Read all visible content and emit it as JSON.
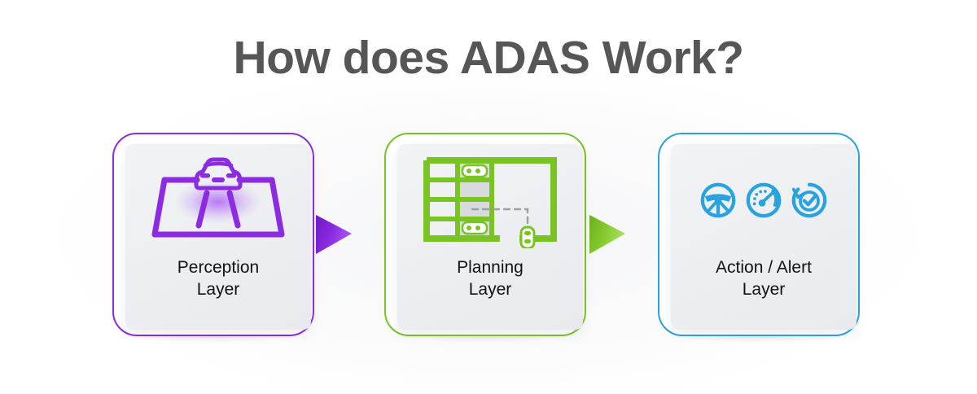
{
  "header": {
    "title": "How does ADAS Work?"
  },
  "colors": {
    "perception": "#8c2be2",
    "planning": "#79c422",
    "action": "#29a3e0",
    "title_text": "#565656",
    "card_label_text": "#121212",
    "panel_bg": "#eceef1",
    "page_bg": "#ffffff"
  },
  "flow": {
    "cards": [
      {
        "id": "perception-layer",
        "label_line1": "Perception",
        "label_line2": "Layer",
        "accent": "#8c2be2",
        "icon": "car-on-road-perception-icon"
      },
      {
        "id": "planning-layer",
        "label_line1": "Planning",
        "label_line2": "Layer",
        "accent": "#79c422",
        "icon": "parking-lot-path-planning-icon"
      },
      {
        "id": "action-alert-layer",
        "label_line1": "Action / Alert",
        "label_line2": "Layer",
        "accent": "#29a3e0",
        "icons": [
          "steering-wheel-icon",
          "speedometer-icon",
          "check-circle-alert-icon"
        ]
      }
    ],
    "arrows": [
      {
        "id": "arrow-perception-to-planning",
        "color": "#8c2be2",
        "direction": "right"
      },
      {
        "id": "arrow-planning-to-action",
        "color": "#79c422",
        "direction": "right"
      }
    ]
  }
}
